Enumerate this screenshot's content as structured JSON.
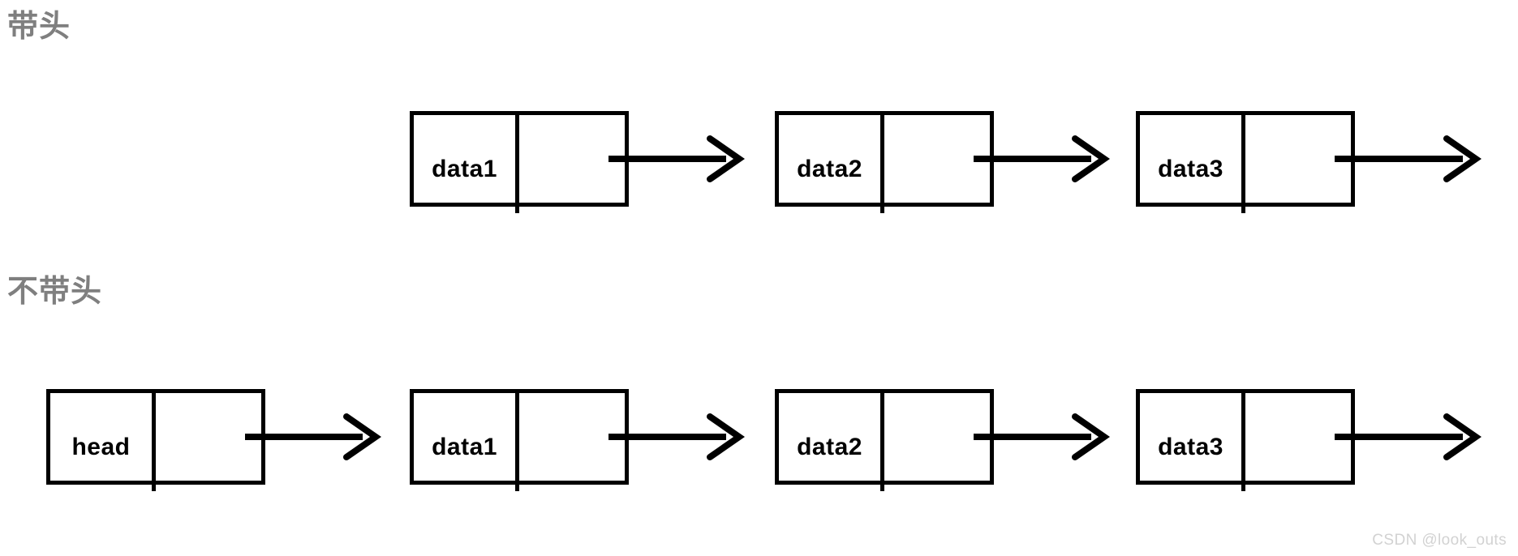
{
  "page": {
    "background_color": "#ffffff",
    "heading_color": "#7f7f7f",
    "stroke_color": "#000000",
    "watermark_color": "#d2d2d2"
  },
  "sections": [
    {
      "id": "with-head",
      "title": "带头",
      "nodes": [
        {
          "label": "data1",
          "has_arrow": true
        },
        {
          "label": "data2",
          "has_arrow": true
        },
        {
          "label": "data3",
          "has_arrow": true
        }
      ]
    },
    {
      "id": "without-head",
      "title": "不带头",
      "nodes": [
        {
          "label": "head",
          "has_arrow": true
        },
        {
          "label": "data1",
          "has_arrow": true
        },
        {
          "label": "data2",
          "has_arrow": true
        },
        {
          "label": "data3",
          "has_arrow": true
        }
      ]
    }
  ],
  "watermark": {
    "text": "CSDN @look_outs"
  }
}
